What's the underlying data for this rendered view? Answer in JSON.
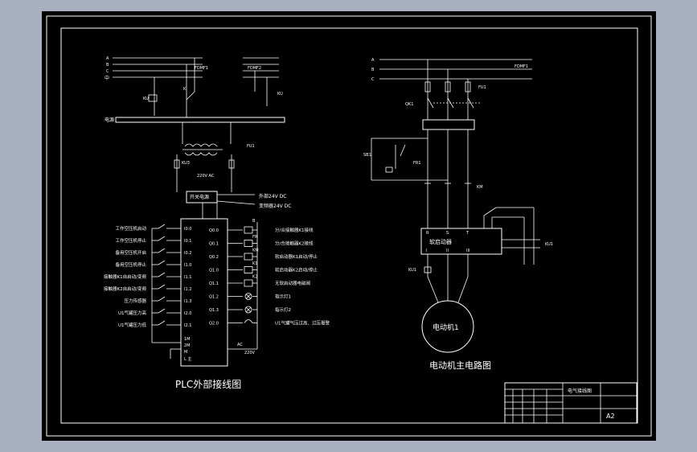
{
  "colors": {
    "background": "#a9b0c2",
    "sheet": "#000000",
    "ink": "#ffffff"
  },
  "plc": {
    "title": "PLC外部接线图",
    "bus_labels": [
      "A",
      "B",
      "C",
      "中"
    ],
    "relay_labels": {
      "ku": "KU",
      "fdmf1": "FDMF1",
      "fdmf2": "FDMF2",
      "k": "K",
      "ku2": "KU"
    },
    "bus_bar": "电源",
    "transformer": "FU1",
    "rectifier": {
      "left": "KU3",
      "voltage": "220V AC"
    },
    "switch_supply": "开关电源",
    "supply_outputs": [
      "外部24V DC",
      "变频器24V DC"
    ],
    "inputs": [
      {
        "label": "工作空压机启动",
        "addr": "I0.0"
      },
      {
        "label": "工作空压机停止",
        "addr": "I0.1"
      },
      {
        "label": "备用空压机开启",
        "addr": "I0.2"
      },
      {
        "label": "备用空压机停止",
        "addr": "I1.0"
      },
      {
        "label": "接触器K1自启动/变频",
        "addr": "I1.1"
      },
      {
        "label": "接触器K2自启动/变频",
        "addr": "I1.2"
      },
      {
        "label": "压力传感器",
        "addr": "I1.3"
      },
      {
        "label": "U1气罐压力高",
        "addr": "I2.0"
      },
      {
        "label": "U1气罐压力低",
        "addr": "I2.1"
      }
    ],
    "power_terms": [
      "1M",
      "2M",
      "M",
      "L 主"
    ],
    "outputs": [
      {
        "addr": "Q0.0",
        "tag": "FR",
        "label": "分/合接触器K1接线"
      },
      {
        "addr": "Q0.1",
        "tag": "KM",
        "label": "分/合接触器K2接线"
      },
      {
        "addr": "Q0.2",
        "tag": "K1",
        "label": "软启动器K1启动/停止"
      },
      {
        "addr": "Q1.0",
        "tag": "K2",
        "label": "软启动器K2启动/停止"
      },
      {
        "addr": "Q1.1",
        "tag": "",
        "label": "无软启动器电磁阀"
      },
      {
        "addr": "Q1.2",
        "tag": "",
        "label": "指示灯1"
      },
      {
        "addr": "Q1.3",
        "tag": "",
        "label": "指示灯2"
      },
      {
        "addr": "Q2.0",
        "tag": "",
        "label": "U1气罐气压过高、过压报警"
      }
    ],
    "out_top_tag": "B",
    "ac_supply": [
      "AC",
      "220V"
    ]
  },
  "motor": {
    "title": "电动机主电路图",
    "bus_labels": [
      "A",
      "B",
      "C"
    ],
    "fuse_label": "FU1",
    "breaker": "QK1",
    "fdmf": "FDMF1",
    "sb_label": "SB1",
    "fr_label": "FR1",
    "contact_label": "KM",
    "soft_starter": {
      "terms_top": [
        "R",
        "S",
        "T"
      ],
      "name": "软启动器",
      "terms_bottom": [
        "I",
        "II",
        "III"
      ],
      "side": "KU1"
    },
    "ku_label": "KU1",
    "motor_label": "电动机1"
  },
  "title_block": {
    "name": "电气接线图",
    "sheet": "A2"
  }
}
